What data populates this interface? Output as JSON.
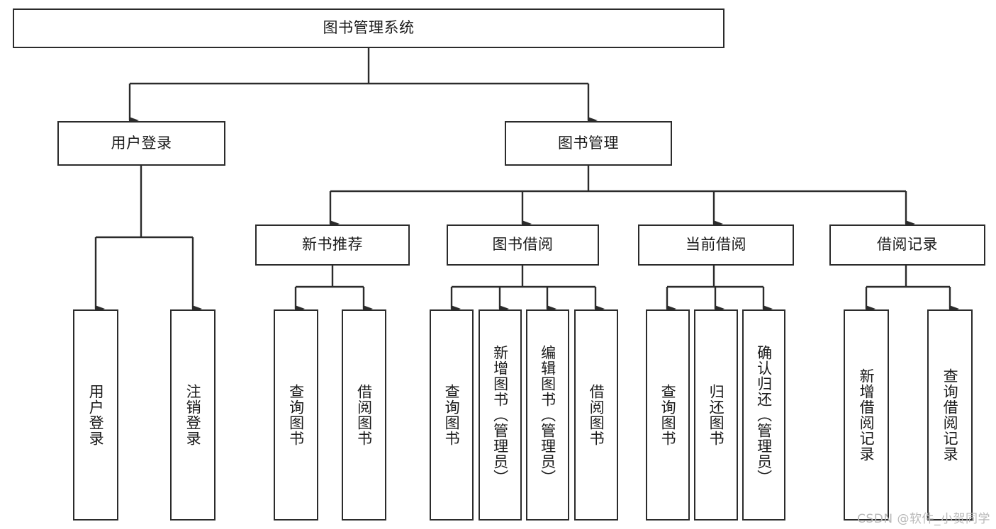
{
  "diagram": {
    "title_node": {
      "label": "图书管理系统"
    },
    "level1": [
      {
        "id": "user-login",
        "label": "用户登录"
      },
      {
        "id": "book-management",
        "label": "图书管理"
      }
    ],
    "level2": [
      {
        "id": "new-book-recommend",
        "label": "新书推荐"
      },
      {
        "id": "book-borrow",
        "label": "图书借阅"
      },
      {
        "id": "current-borrow",
        "label": "当前借阅"
      },
      {
        "id": "borrow-record",
        "label": "借阅记录"
      }
    ],
    "leaves": [
      {
        "id": "leaf-user-login",
        "label": "用户登录"
      },
      {
        "id": "leaf-logout-login",
        "label": "注销登录"
      },
      {
        "id": "leaf-query-book-1",
        "label": "查询图书"
      },
      {
        "id": "leaf-borrow-book-1",
        "label": "借阅图书"
      },
      {
        "id": "leaf-query-book-2",
        "label": "查询图书"
      },
      {
        "id": "leaf-add-book-admin",
        "label": "新增图书（管理员）"
      },
      {
        "id": "leaf-edit-book-admin",
        "label": "编辑图书（管理员）"
      },
      {
        "id": "leaf-borrow-book-2",
        "label": "借阅图书"
      },
      {
        "id": "leaf-query-book-3",
        "label": "查询图书"
      },
      {
        "id": "leaf-return-book",
        "label": "归还图书"
      },
      {
        "id": "leaf-confirm-return-admin",
        "label": "确认归还（管理员）"
      },
      {
        "id": "leaf-add-borrow-record",
        "label": "新增借阅记录"
      },
      {
        "id": "leaf-query-borrow-record",
        "label": "查询借阅记录"
      }
    ]
  },
  "watermark": {
    "text": "CSDN @软件_小贺同学"
  },
  "colors": {
    "stroke": "#2b2b2b",
    "background": "#ffffff",
    "text": "#1a1a1a",
    "watermark": "#b9b9b9"
  }
}
